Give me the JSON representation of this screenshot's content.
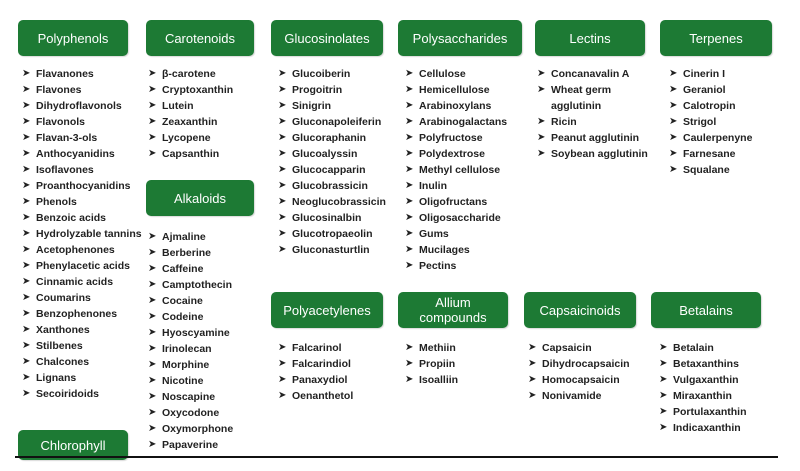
{
  "bullet": "➤",
  "groups": [
    {
      "id": "polyphenols",
      "title": "Polyphenols",
      "items": [
        "Flavanones",
        "Flavones",
        "Dihydroflavonols",
        "Flavonols",
        "Flavan-3-ols",
        "Anthocyanidins",
        "Isoflavones",
        "Proanthocyanidins",
        "Phenols",
        "Benzoic acids",
        "Hydrolyzable tannins",
        "Acetophenones",
        "Phenylacetic acids",
        "Cinnamic acids",
        "Coumarins",
        "Benzophenones",
        "Xanthones",
        "Stilbenes",
        "Chalcones",
        "Lignans",
        "Secoiridoids"
      ]
    },
    {
      "id": "carotenoids",
      "title": "Carotenoids",
      "items": [
        "β-carotene",
        "Cryptoxanthin",
        "Lutein",
        "Zeaxanthin",
        "Lycopene",
        "Capsanthin"
      ]
    },
    {
      "id": "alkaloids",
      "title": "Alkaloids",
      "items": [
        "Ajmaline",
        "Berberine",
        "Caffeine",
        "Camptothecin",
        "Cocaine",
        "Codeine",
        "Hyoscyamine",
        "Irinolecan",
        "Morphine",
        "Nicotine",
        "Noscapine",
        "Oxycodone",
        "Oxymorphone",
        "Papaverine"
      ]
    },
    {
      "id": "glucosinolates",
      "title": "Glucosinolates",
      "items": [
        "Glucoiberin",
        "Progoitrin",
        "Sinigrin",
        "Gluconapoleiferin",
        "Glucoraphanin",
        "Glucoalyssin",
        "Glucocapparin",
        "Glucobrassicin",
        "Neoglucobrassicin",
        "Glucosinalbin",
        "Glucotropaeolin",
        "Gluconasturtlin"
      ]
    },
    {
      "id": "polysaccharides",
      "title": "Polysaccharides",
      "items": [
        "Cellulose",
        "Hemicellulose",
        "Arabinoxylans",
        "Arabinogalactans",
        "Polyfructose",
        "Polydextrose",
        "Methyl cellulose",
        "Inulin",
        "Oligofructans",
        "Oligosaccharide",
        "Gums",
        "Mucilages",
        "Pectins"
      ]
    },
    {
      "id": "lectins",
      "title": "Lectins",
      "items": [
        "Concanavalin A",
        "Wheat germ agglutinin",
        "Ricin",
        "Peanut agglutinin",
        "Soybean agglutinin"
      ]
    },
    {
      "id": "terpenes",
      "title": "Terpenes",
      "items": [
        "Cinerin I",
        "Geraniol",
        "Calotropin",
        "Strigol",
        "Caulerpenyne",
        "Farnesane",
        "Squalane"
      ]
    },
    {
      "id": "polyacetylenes",
      "title": "Polyacetylenes",
      "items": [
        "Falcarinol",
        "Falcarindiol",
        "Panaxydiol",
        "Oenanthetol"
      ]
    },
    {
      "id": "allium",
      "title": "Allium compounds",
      "items": [
        "Methiin",
        "Propiin",
        "Isoalliin"
      ]
    },
    {
      "id": "capsaicinoids",
      "title": "Capsaicinoids",
      "items": [
        "Capsaicin",
        "Dihydrocapsaicin",
        "Homocapsaicin",
        "Nonivamide"
      ]
    },
    {
      "id": "betalains",
      "title": "Betalains",
      "items": [
        "Betalain",
        "Betaxanthins",
        "Vulgaxanthin",
        "Miraxanthin",
        "Portulaxanthin",
        "Indicaxanthin"
      ]
    },
    {
      "id": "chlorophyll",
      "title": "Chlorophyll",
      "items": []
    }
  ]
}
